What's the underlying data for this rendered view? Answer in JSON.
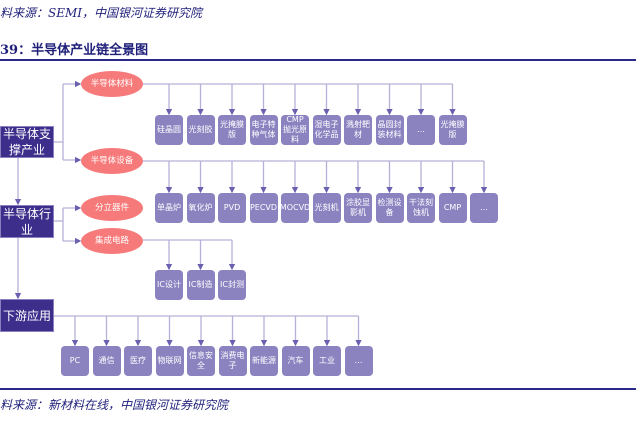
{
  "source_top": "料来源：SEMI，中国银河证券研究院",
  "title": "39：半导体产业链全景图",
  "source_bottom": "料来源：新材料在线，中国银河证券研究院",
  "colors": {
    "primary": "#3e2e8c",
    "ellipse": "#f77a7a",
    "box": "#8b82c0",
    "line": "#b6b0d8"
  },
  "left_nodes": [
    "半导体支撑产业",
    "半导体行业",
    "下游应用"
  ],
  "ellipses": [
    "半导体材料",
    "半导体设备",
    "分立器件",
    "集成电路"
  ],
  "materials": [
    "硅晶圆",
    "光刻胶",
    "光掩膜版",
    "电子特种气体",
    "CMP抛光原料",
    "湿电子化学品",
    "溅射靶材",
    "晶圆封装材料",
    "…",
    "光掩膜版"
  ],
  "equipment": [
    "单晶炉",
    "氧化炉",
    "PVD",
    "PECVD",
    "MOCVD",
    "光刻机",
    "涂胶显影机",
    "检测设备",
    "干法刻蚀机",
    "CMP",
    "…"
  ],
  "ic": [
    "IC设计",
    "IC制造",
    "IC封测"
  ],
  "downstream": [
    "PC",
    "通信",
    "医疗",
    "物联网",
    "信息安全",
    "消费电子",
    "新能源",
    "汽车",
    "工业",
    "…"
  ]
}
